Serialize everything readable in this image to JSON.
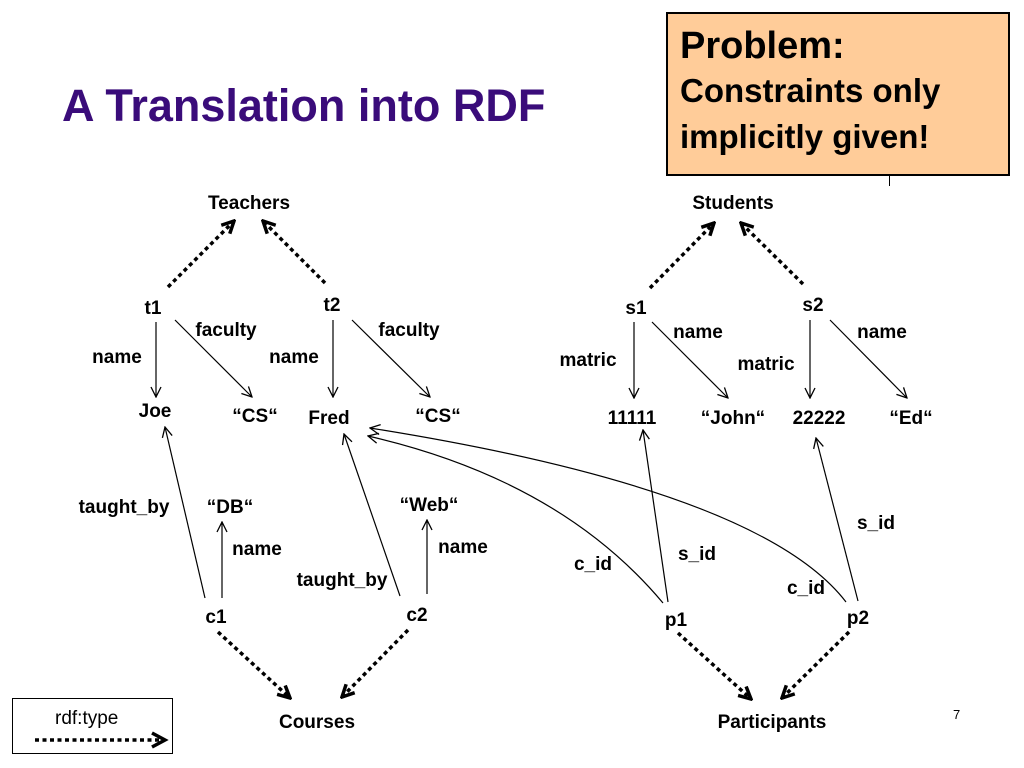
{
  "slide": {
    "title": "A Translation into RDF",
    "page_number": "7"
  },
  "problem": {
    "heading": "Problem:",
    "line1": "Constraints only",
    "line2": "implicitly given!"
  },
  "legend": {
    "label": "rdf:type"
  },
  "nodes": {
    "teachers": "Teachers",
    "students": "Students",
    "courses": "Courses",
    "participants": "Participants",
    "t1": "t1",
    "t2": "t2",
    "s1": "s1",
    "s2": "s2",
    "joe": "Joe",
    "cs1": "“CS“",
    "fred": "Fred",
    "cs2": "“CS“",
    "m11111": "11111",
    "john": "“John“",
    "m22222": "22222",
    "ed": "“Ed“",
    "db": "“DB“",
    "web": "“Web“",
    "c1": "c1",
    "c2": "c2",
    "p1": "p1",
    "p2": "p2"
  },
  "edge_labels": {
    "t1_name": "name",
    "t1_faculty": "faculty",
    "t2_name": "name",
    "t2_faculty": "faculty",
    "s1_matric": "matric",
    "s1_name": "name",
    "s2_matric": "matric",
    "s2_name": "name",
    "c1_taught_by": "taught_by",
    "c1_name": "name",
    "c2_taught_by": "taught_by",
    "c2_name": "name",
    "p1_c_id": "c_id",
    "p1_s_id": "s_id",
    "p2_c_id": "c_id",
    "p2_s_id": "s_id"
  }
}
